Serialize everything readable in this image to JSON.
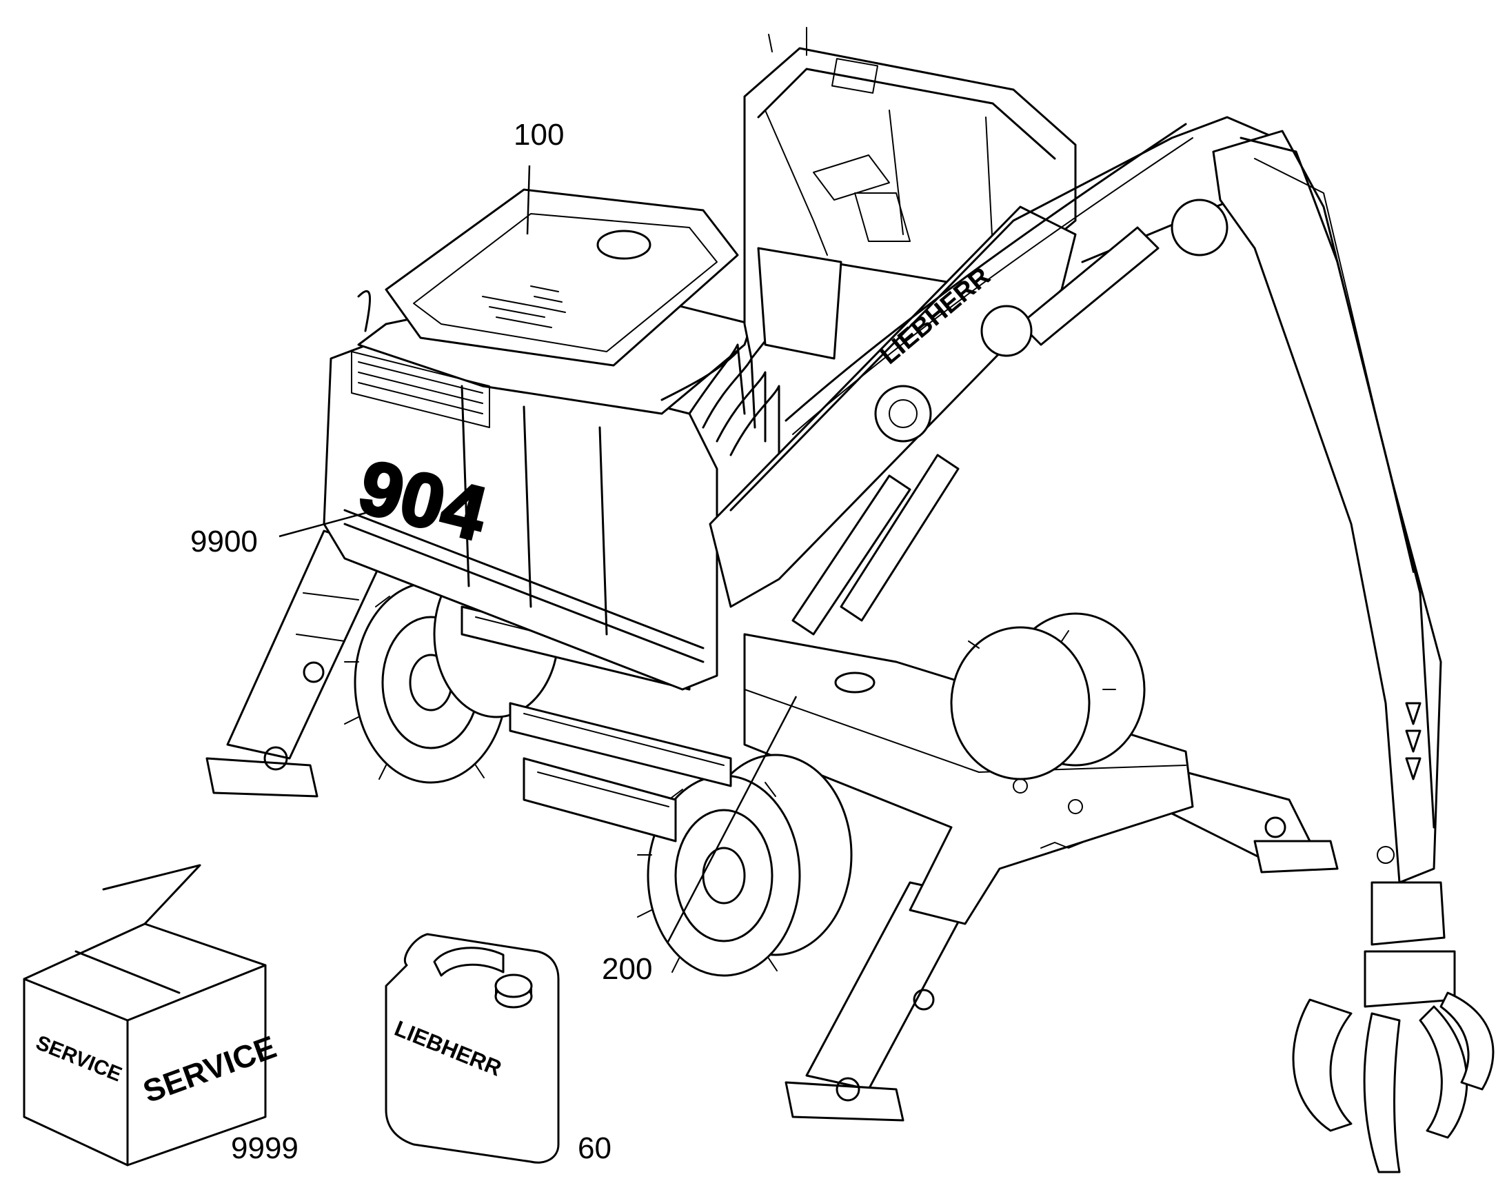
{
  "callouts": {
    "c100": "100",
    "c200": "200",
    "c9900": "9900",
    "c9999": "9999",
    "c60": "60"
  },
  "machine": {
    "brand": "LIEBHERR",
    "model": "904"
  },
  "service_box": {
    "side_label": "SERVICE",
    "front_label": "SERVICE"
  },
  "canister": {
    "brand": "LIEBHERR"
  }
}
